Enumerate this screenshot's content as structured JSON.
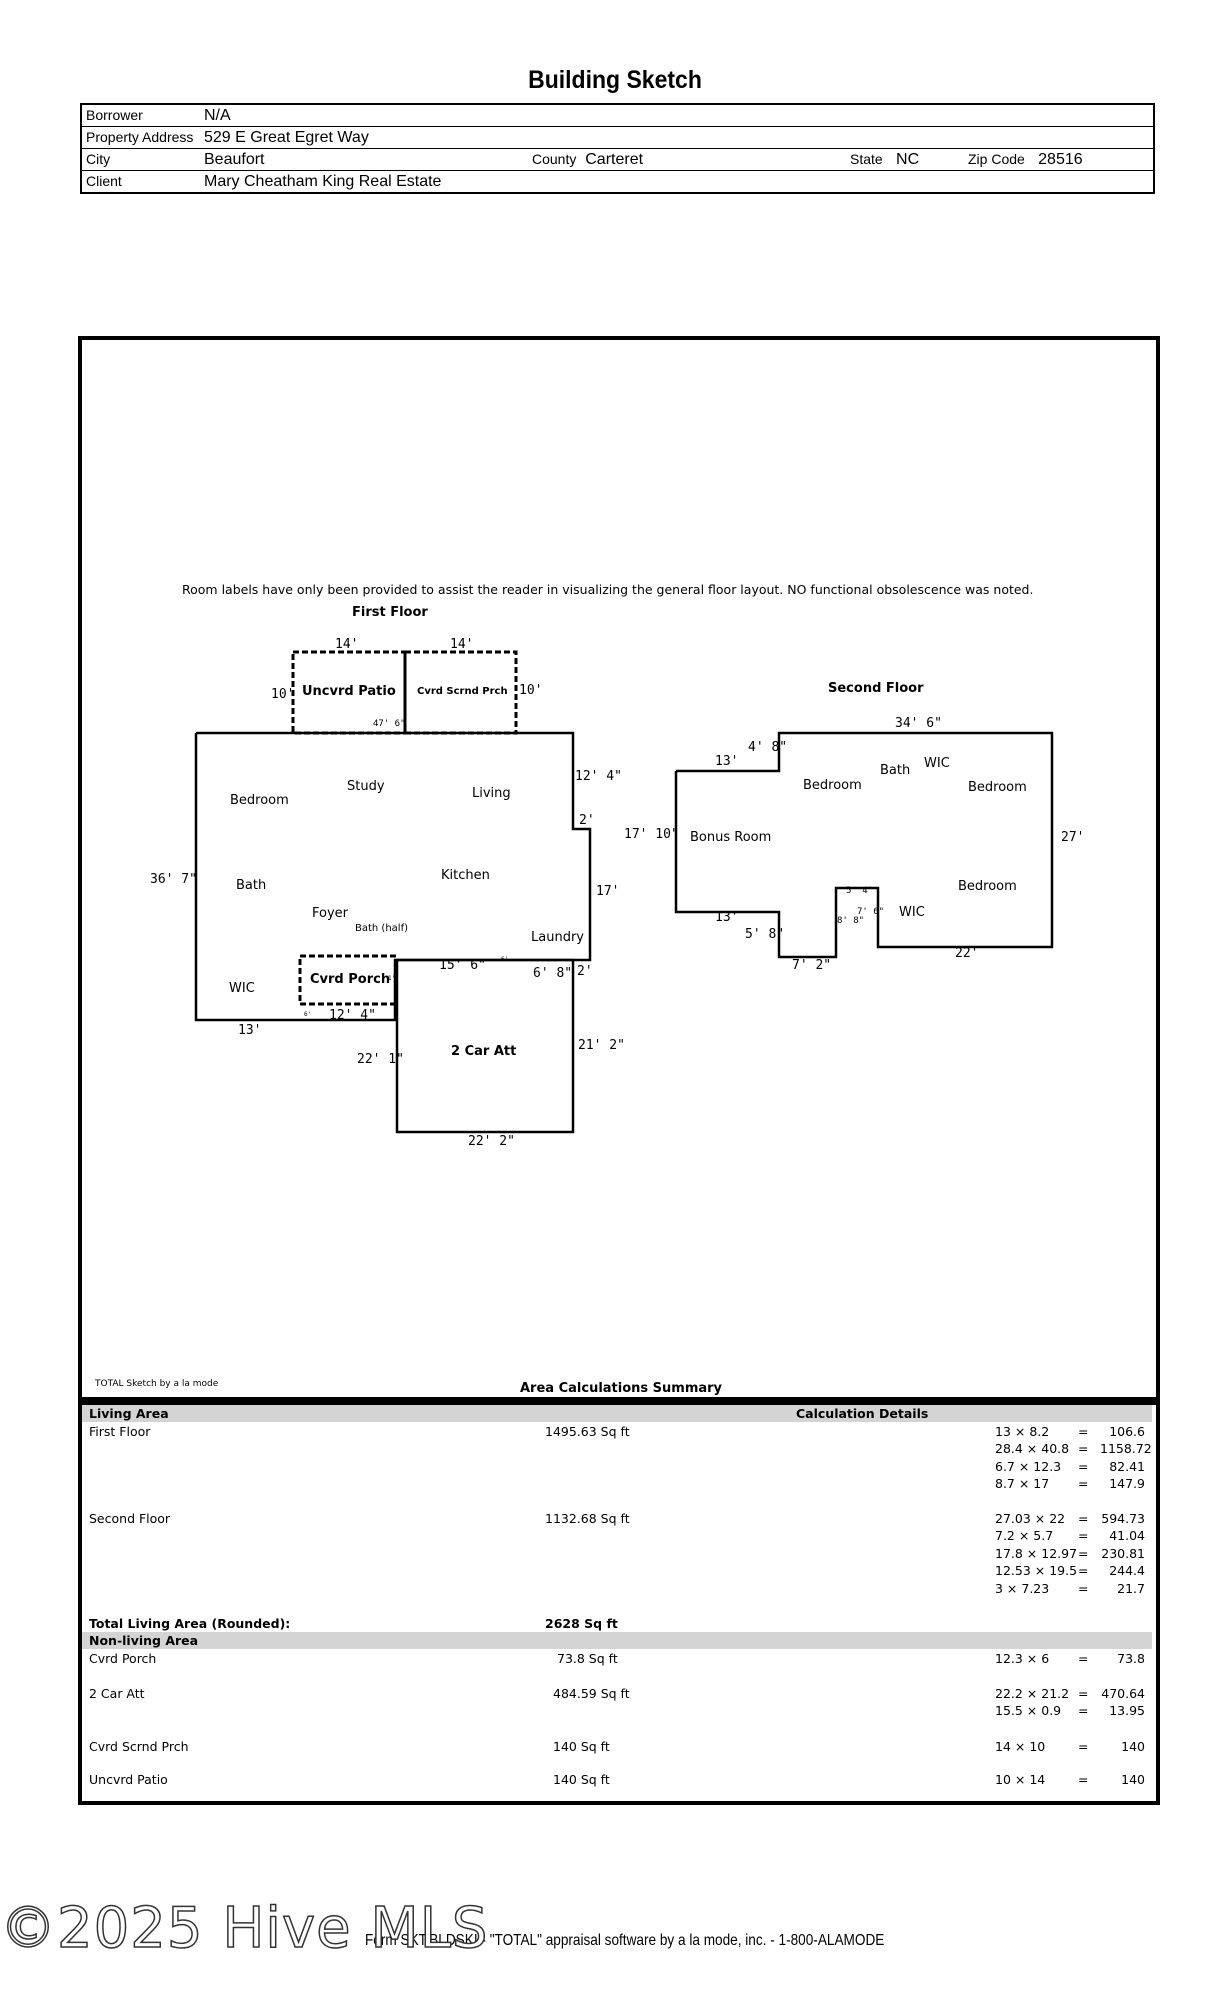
{
  "title": "Building Sketch",
  "info": {
    "borrower_label": "Borrower",
    "borrower": "N/A",
    "address_label": "Property Address",
    "address": "529 E Great Egret Way",
    "city_label": "City",
    "city": "Beaufort",
    "county_label": "County",
    "county": "Carteret",
    "state_label": "State",
    "state": "NC",
    "zip_label": "Zip Code",
    "zip": "28516",
    "client_label": "Client",
    "client": "Mary Cheatham King Real Estate"
  },
  "sketch": {
    "note": "Room labels have only been provided to assist the reader in visualizing the general floor layout. NO functional obsolescence was noted.",
    "first_floor_title": "First Floor",
    "second_floor_title": "Second Floor",
    "credit": "TOTAL Sketch by a la mode",
    "first_floor": {
      "rooms": [
        "Bedroom",
        "Study",
        "Living",
        "Bath",
        "Kitchen",
        "Foyer",
        "Bath (half)",
        "Laundry",
        "WIC"
      ],
      "outbuildings": [
        "Uncvrd Patio",
        "Cvrd Scrnd Prch",
        "Cvrd Porch",
        "2 Car Att"
      ],
      "dims": [
        "14'",
        "14'",
        "10'",
        "10'",
        "47' 6\"",
        "12' 4\"",
        "2'",
        "36' 7\"",
        "17'",
        "15' 6\"",
        "2'",
        "6' 8\"",
        "12' 4\"",
        "13'",
        "22' 1\"",
        "21' 2\"",
        "22' 2\"",
        "6'",
        "6'",
        "1'"
      ]
    },
    "second_floor": {
      "rooms": [
        "Bedroom",
        "Bath",
        "WIC",
        "Bedroom",
        "Bonus Room",
        "Bedroom",
        "WIC"
      ],
      "dims": [
        "34' 6\"",
        "4' 8\"",
        "13'",
        "17' 10\"",
        "27'",
        "5' 4\"",
        "7' 6\"",
        "8' 8\"",
        "13'",
        "5' 8\"",
        "7' 2\"",
        "22'"
      ]
    }
  },
  "calc": {
    "title": "Area Calculations Summary",
    "living_header": "Living Area",
    "details_header": "Calculation Details",
    "first_floor": {
      "label": "First Floor",
      "area": "1495.63 Sq ft",
      "lines": [
        [
          "13 × 8.2",
          "=",
          "106.6"
        ],
        [
          "28.4 × 40.8",
          "=",
          "1158.72"
        ],
        [
          "6.7 × 12.3",
          "=",
          "82.41"
        ],
        [
          "8.7 × 17",
          "=",
          "147.9"
        ]
      ]
    },
    "second_floor": {
      "label": "Second Floor",
      "area": "1132.68 Sq ft",
      "lines": [
        [
          "27.03 × 22",
          "=",
          "594.73"
        ],
        [
          "7.2 × 5.7",
          "=",
          "41.04"
        ],
        [
          "17.8 × 12.97",
          "=",
          "230.81"
        ],
        [
          "12.53 × 19.5",
          "=",
          "244.4"
        ],
        [
          "3 × 7.23",
          "=",
          "21.7"
        ]
      ]
    },
    "total_label": "Total Living Area (Rounded):",
    "total_value": "2628 Sq ft",
    "nonliving_header": "Non-living Area",
    "cvrd_porch": {
      "label": "Cvrd Porch",
      "area": "73.8 Sq ft",
      "lines": [
        [
          "12.3 × 6",
          "=",
          "73.8"
        ]
      ]
    },
    "garage": {
      "label": "2 Car Att",
      "area": "484.59 Sq ft",
      "lines": [
        [
          "22.2 × 21.2",
          "=",
          "470.64"
        ],
        [
          "15.5 × 0.9",
          "=",
          "13.95"
        ]
      ]
    },
    "scrnd": {
      "label": "Cvrd Scrnd Prch",
      "area": "140 Sq ft",
      "lines": [
        [
          "14 × 10",
          "=",
          "140"
        ]
      ]
    },
    "patio": {
      "label": "Uncvrd Patio",
      "area": "140 Sq ft",
      "lines": [
        [
          "10 × 14",
          "=",
          "140"
        ]
      ]
    }
  },
  "watermark": "©2025 Hive MLS",
  "footer": "Form SKT.BLDSKI - \"TOTAL\" appraisal software by a la mode, inc. - 1-800-ALAMODE"
}
